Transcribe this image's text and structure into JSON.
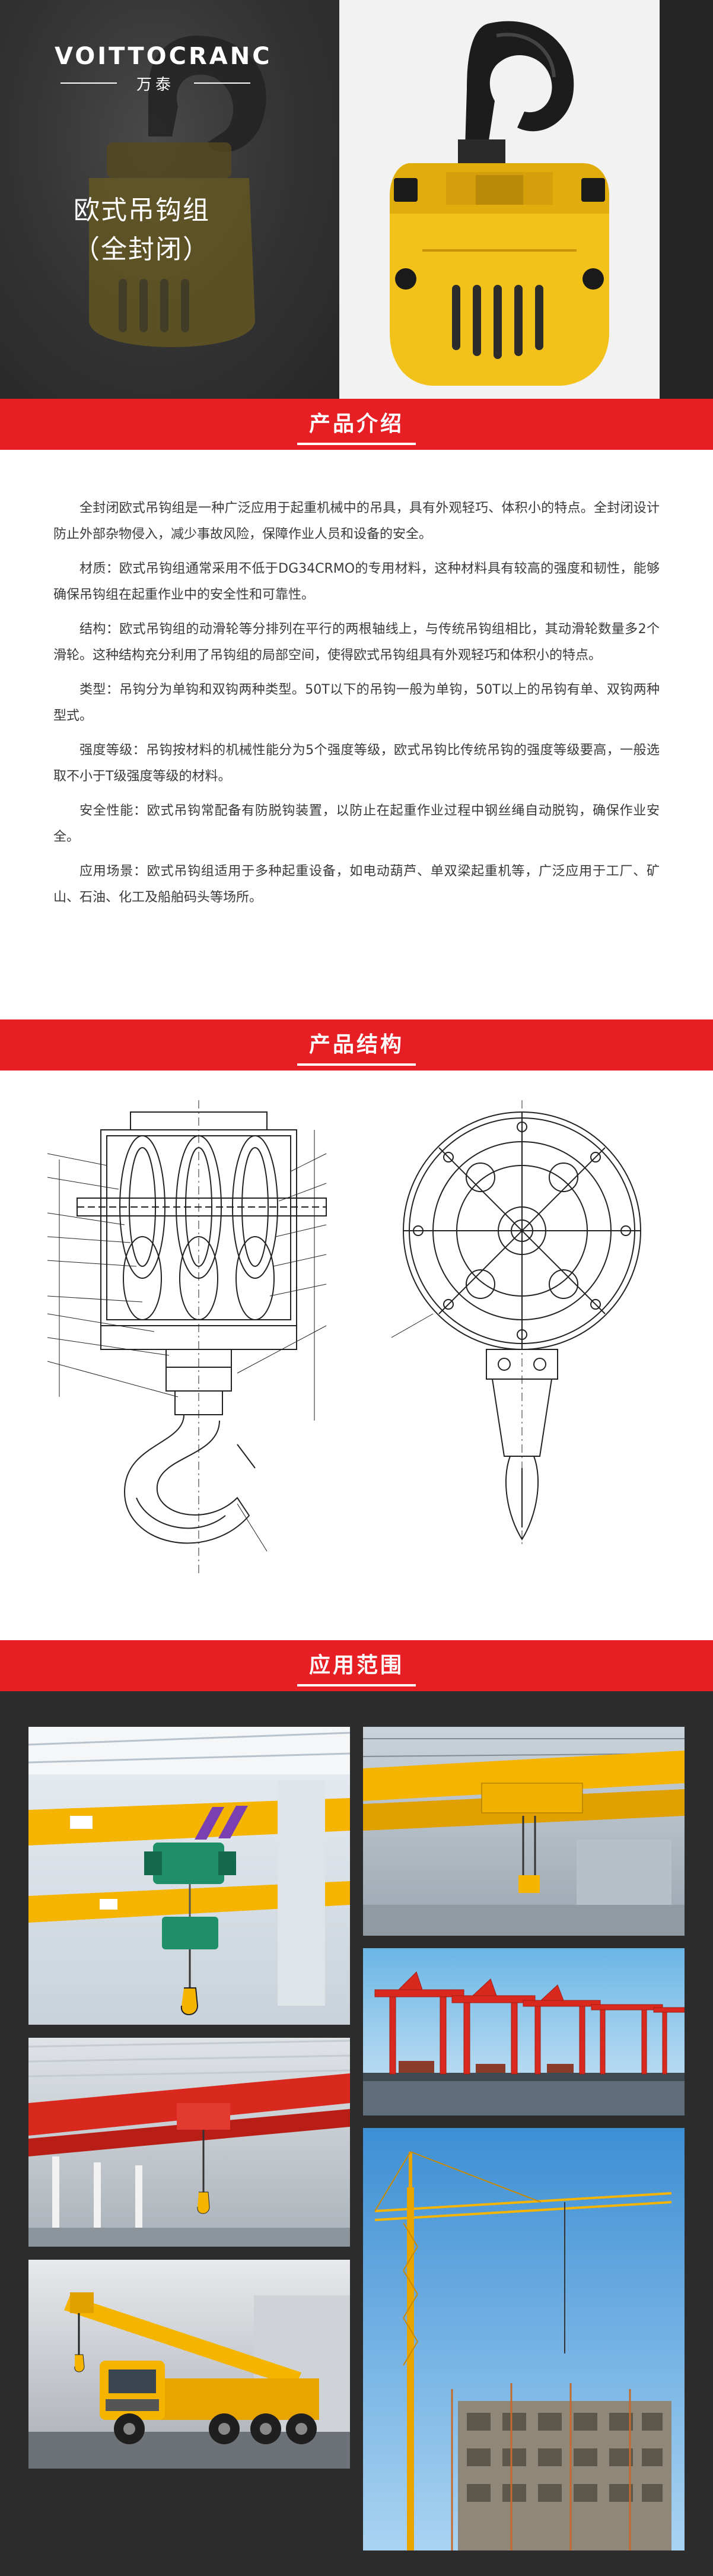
{
  "hero": {
    "logo_text": "VOITTOCRANC",
    "logo_sub": "万泰",
    "title_line1": "欧式吊钩组",
    "title_line2": "（全封闭）"
  },
  "sections": {
    "intro_title": "产品介绍",
    "structure_title": "产品结构",
    "application_title": "应用范围"
  },
  "intro": {
    "paragraphs": [
      "全封闭欧式吊钩组是一种广泛应用于起重机械中的吊具，具有外观轻巧、体积小的特点。全封闭设计防止外部杂物侵入，减少事故风险，保障作业人员和设备的安全。",
      "材质：欧式吊钩组通常采用不低于DG34CRMO的专用材料，这种材料具有较高的强度和韧性，能够确保吊钩组在起重作业中的安全性和可靠性。",
      "结构：欧式吊钩组的动滑轮等分排列在平行的两根轴线上，与传统吊钩组相比，其动滑轮数量多2个滑轮。这种结构充分利用了吊钩组的局部空间，使得欧式吊钩组具有外观轻巧和体积小的特点。",
      "类型：吊钩分为单钩和双钩两种类型。50T以下的吊钩一般为单钩，50T以上的吊钩有单、双钩两种型式。",
      "强度等级：吊钩按材料的机械性能分为5个强度等级，欧式吊钩比传统吊钩的强度等级要高，一般选取不小于T级强度等级的材料。",
      "安全性能：欧式吊钩常配备有防脱钩装置，以防止在起重作业过程中钢丝绳自动脱钩，确保作业安全。",
      "应用场景：欧式吊钩组适用于多种起重设备，如电动葫芦、单双梁起重机等，广泛应用于工厂、矿山、石油、化工及船舶码头等场所。"
    ]
  },
  "colors": {
    "accent": "#e81e25",
    "dark": "#2c2c2c",
    "hook_yellow": "#f2c21b",
    "crane_yellow": "#f5b400",
    "gantry_red": "#d9281e"
  },
  "icons": {
    "hook": "hook-block-icon",
    "drawing": "technical-drawing"
  }
}
